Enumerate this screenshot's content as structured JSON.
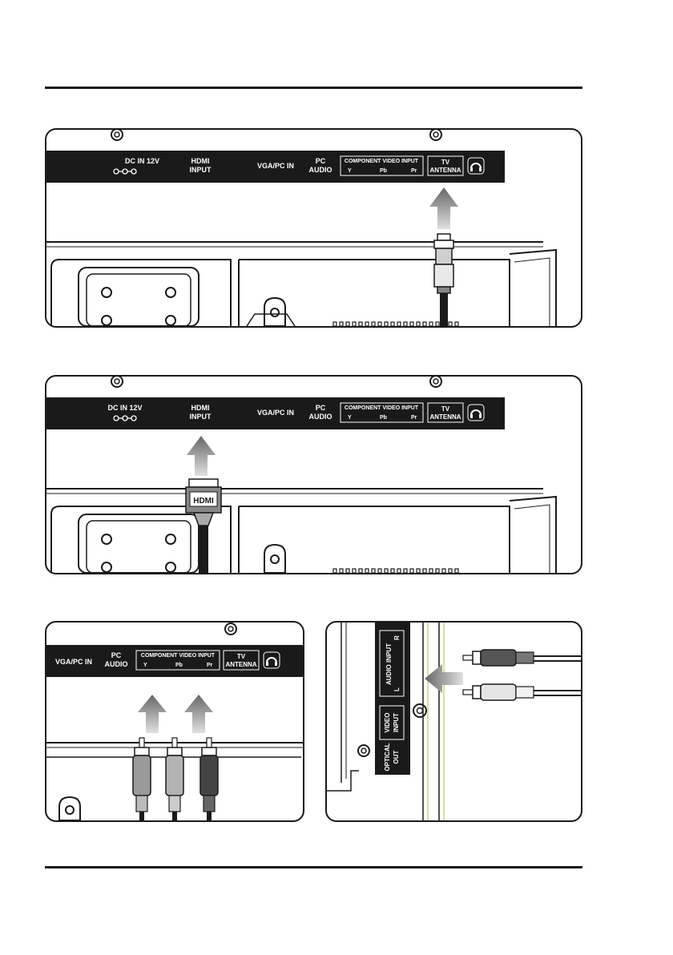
{
  "ports": {
    "dc_in": "DC IN 12V",
    "hdmi_line1": "HDMI",
    "hdmi_line2": "INPUT",
    "vga": "VGA/PC IN",
    "pc_line1": "PC",
    "pc_line2": "AUDIO",
    "component_title": "COMPONENT VIDEO INPUT",
    "component_y": "Y",
    "component_pb": "Pb",
    "component_pr": "Pr",
    "tv_line1": "TV",
    "tv_line2": "ANTENNA",
    "headphone_icon": "headphone-icon"
  },
  "side_ports": {
    "audio_input": "AUDIO INPUT",
    "audio_l": "L",
    "audio_r": "R",
    "video_line1": "VIDEO",
    "video_line2": "INPUT",
    "optical_line1": "OPTICAL",
    "optical_line2": "OUT"
  },
  "connectors": {
    "hdmi_plug_label": "HDMI"
  }
}
